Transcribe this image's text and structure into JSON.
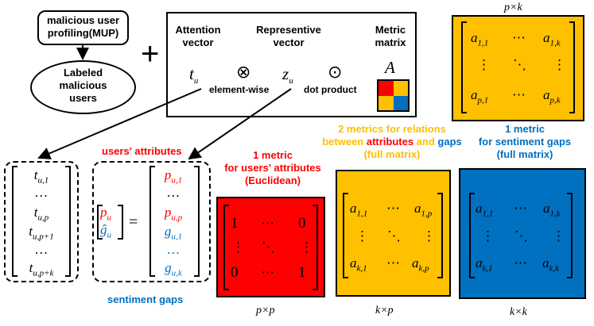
{
  "mup_box": "malicious user profiling(MUP)",
  "labeled_users": "Labeled malicious users",
  "plus": "+",
  "attention": {
    "title": "Attention vector",
    "symbol": "t",
    "sub": "u"
  },
  "represent": {
    "title": "Representive vector",
    "symbol": "z",
    "sub": "u"
  },
  "metric": {
    "title": "Metric matrix",
    "symbol": "A"
  },
  "otimes": "⊗",
  "odot": "⊙",
  "element_wise": "element-wise",
  "dot_product": "dot product",
  "users_attributes": "users' attributes",
  "sentiment_gaps": "sentiment gaps",
  "t_vector": [
    {
      "s": "t",
      "sub": "u,1"
    },
    {
      "s": "…",
      "sub": ""
    },
    {
      "s": "t",
      "sub": "u,p"
    },
    {
      "s": "t",
      "sub": "u,p+1"
    },
    {
      "s": "…",
      "sub": ""
    },
    {
      "s": "t",
      "sub": "u,p+k"
    }
  ],
  "pg_left_top": {
    "s": "p",
    "sub": "u"
  },
  "pg_left_bottom": {
    "s": "ĝ",
    "sub": "u"
  },
  "pg_vector": [
    {
      "s": "p",
      "sub": "u,1",
      "color": "red"
    },
    {
      "s": "…",
      "sub": "",
      "color": "black"
    },
    {
      "s": "p",
      "sub": "u,p",
      "color": "red"
    },
    {
      "s": "g",
      "sub": "u,1",
      "color": "blue"
    },
    {
      "s": "…",
      "sub": "",
      "color": "blue"
    },
    {
      "s": "g",
      "sub": "u,k",
      "color": "blue"
    }
  ],
  "red_caption": {
    "line1": "1 metric",
    "line2": "for users' attributes",
    "line3": "(Euclidean)"
  },
  "yellow_caption": {
    "pre": "2 metrics  for  relations",
    "mid1": "between ",
    "attr": "attributes",
    "and": " and ",
    "gaps": "gaps",
    "line3": "(full matrix)"
  },
  "blue_caption": {
    "line1": "1 metric",
    "line2": "for sentiment gaps",
    "line3": "(full matrix)"
  },
  "top_matrix_label": "p×k",
  "red_matrix_label": "p×p",
  "yellow_matrix_label": "k×p",
  "blue_matrix_label": "k×k",
  "red_matrix": {
    "r1": [
      "1",
      "⋯",
      "0"
    ],
    "r2": [
      "⋮",
      "⋱",
      "⋮"
    ],
    "r3": [
      "0",
      "⋯",
      "1"
    ]
  },
  "colors": {
    "red": "#ff0000",
    "yellow": "#ffc000",
    "blue": "#0070c0",
    "text_red": "#ff0000",
    "text_yellow": "#ffc000",
    "text_blue": "#0070c0"
  }
}
